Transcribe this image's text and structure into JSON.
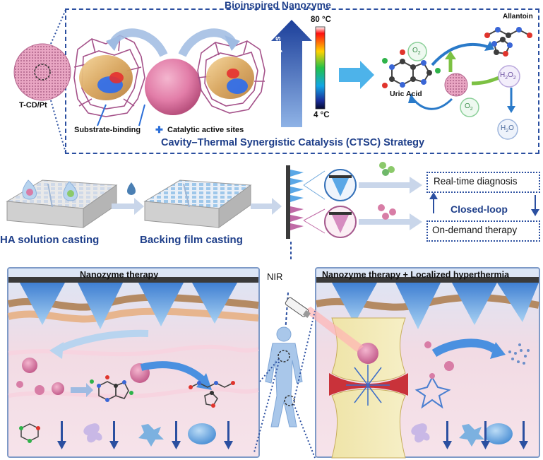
{
  "top": {
    "title": "Bioinspired Nanozyme",
    "strategy": "Cavity–Thermal Synergistic Catalysis (CTSC) Strategy",
    "material": "T-CD/Pt",
    "substrate_label": "Substrate-binding",
    "plus": "✚",
    "active_label": "Catalytic active sites",
    "catalysis_label": "Catalysis",
    "temp_high": "80 °C",
    "temp_low": "4 °C",
    "uric_acid": "Uric Acid",
    "allantoin": "Allantoin",
    "o2": "O",
    "o2_sub": "2",
    "h2o2": "H",
    "h2o2_sub1": "2",
    "h2o2_o": "O",
    "h2o2_sub2": "2",
    "h2o": "H",
    "h2o_sub": "2",
    "h2o_o": "O"
  },
  "middle": {
    "step1": "HA solution casting",
    "step2": "Backing film casting",
    "diagnosis": "Real-time diagnosis",
    "loop": "Closed-loop",
    "therapy": "On-demand therapy"
  },
  "bottom": {
    "left_title": "Nanozyme therapy",
    "right_title": "Nanozyme therapy + Localized hyperthermia",
    "nir": "NIR"
  },
  "colors": {
    "accent_blue": "#1f3f8a",
    "pink": "#e37ea6",
    "needle_blue": "#5aa7e6"
  }
}
